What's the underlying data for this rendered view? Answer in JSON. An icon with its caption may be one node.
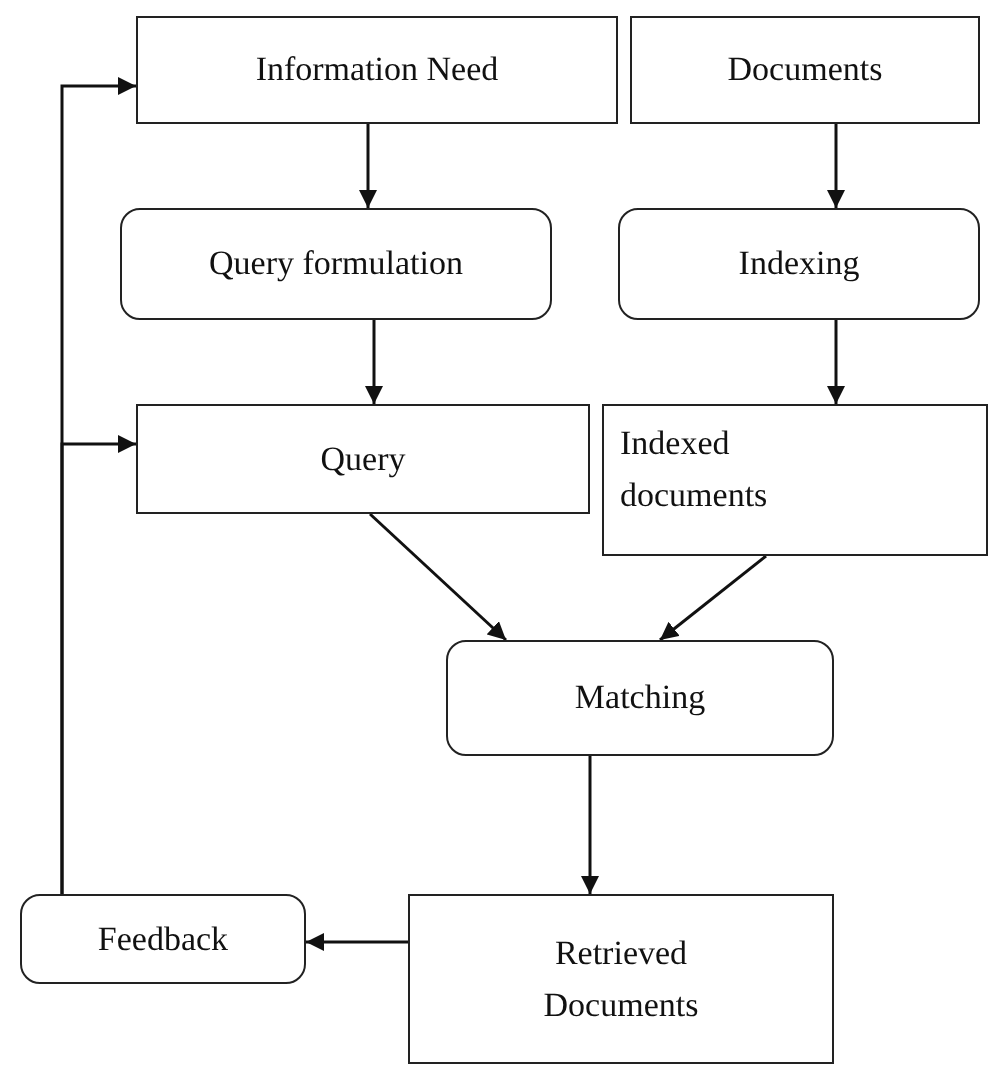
{
  "diagram": {
    "nodes": [
      {
        "text": [
          "Information Need"
        ]
      },
      {
        "text": [
          "Documents"
        ]
      },
      {
        "text": [
          "Query formulation"
        ]
      },
      {
        "text": [
          "Indexing"
        ]
      },
      {
        "text": [
          "Query"
        ]
      },
      {
        "text": [
          "Indexed documents"
        ]
      },
      {
        "text": [
          "Matching"
        ]
      },
      {
        "text": [
          "Retrieved Documents"
        ]
      },
      {
        "text": [
          "Feedback"
        ]
      }
    ],
    "edges": [
      {
        "from": 0,
        "to": 2,
        "arrow": "to"
      },
      {
        "from": 2,
        "to": 4,
        "arrow": "to"
      },
      {
        "from": 1,
        "to": 3,
        "arrow": "to"
      },
      {
        "from": 3,
        "to": 5,
        "arrow": "to"
      },
      {
        "from": 4,
        "to": 6,
        "arrow": "to"
      },
      {
        "from": 5,
        "to": 6,
        "arrow": "to"
      },
      {
        "from": 6,
        "to": 7,
        "arrow": "to"
      },
      {
        "from": 7,
        "to": 8,
        "arrow": "to"
      },
      {
        "from": 8,
        "to": 0,
        "arrow": "to"
      },
      {
        "from": 8,
        "to": 4,
        "arrow": "to"
      }
    ]
  }
}
